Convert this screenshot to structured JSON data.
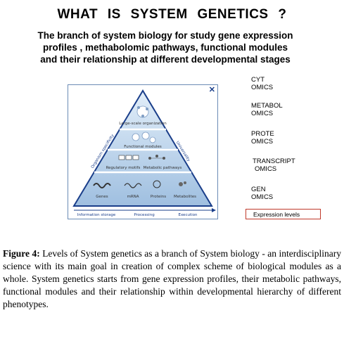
{
  "slide": {
    "title": "WHAT   IS   SYSTEM   GENETICS ?",
    "subtitle_lines": [
      "The branch of system biology for study  gene expression",
      "profiles ,  methabolomic pathways,  functional modules",
      "and their  relationship at different  developmental stages"
    ]
  },
  "diagram": {
    "close_icon": "close-icon",
    "tiers": {
      "top": "Large-scale organization",
      "functional": "Functional modules",
      "regulatory": "Regulatory motifs",
      "metabolic": "Metabolic pathways",
      "genes": "Genes",
      "mrna": "mRNA",
      "proteins": "Proteins",
      "metabolites": "Metabolites"
    },
    "side_left": "Organism specificity",
    "side_right": "Universality",
    "bottom": {
      "storage": "Information storage",
      "processing": "Processing",
      "execution": "Execution"
    },
    "colors": {
      "border": "#6b8bb5",
      "frame": "#1a3e8a",
      "fill_top": "#d6e6f5",
      "fill_bottom": "#a9c7e6"
    }
  },
  "omics": [
    [
      "CYT",
      "OMICS"
    ],
    [
      "METABOL",
      "OMICS"
    ],
    [
      "PROTE",
      "OMICS"
    ],
    [
      "TRANSCRIPT",
      "OMICS"
    ],
    [
      "GEN",
      "OMICS"
    ]
  ],
  "expression_levels": "Expression levels",
  "caption": {
    "label": "Figure 4:",
    "text": " Levels of System genetics as a branch of System biology - an interdisciplinary science with its main goal in creation of complex scheme of biological modules as a whole. System genetics starts from gene expression profiles, their metabolic pathways, functional modules and their relationship within developmental hierarchy of different phenotypes."
  }
}
